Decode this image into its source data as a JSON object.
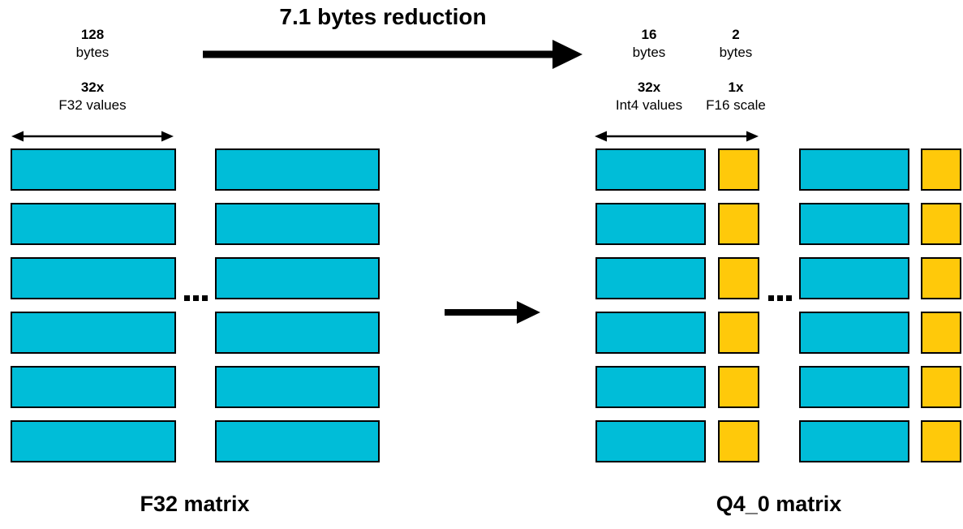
{
  "header": {
    "title": "7.1 bytes reduction"
  },
  "colors": {
    "value_block": "#00BDD8",
    "scale_block": "#FFC90A",
    "ink": "#000000",
    "background": "#FFFFFF"
  },
  "left_matrix": {
    "bytes_value": "128",
    "bytes_unit": "bytes",
    "values_count": "32x",
    "values_desc": "F32 values",
    "rows": 6,
    "columns": 2,
    "name": "F32 matrix"
  },
  "right_matrix": {
    "data_bytes_value": "16",
    "data_bytes_unit": "bytes",
    "scale_bytes_value": "2",
    "scale_bytes_unit": "bytes",
    "data_values_count": "32x",
    "data_values_desc": "Int4 values",
    "scale_values_count": "1x",
    "scale_values_desc": "F16 scale",
    "rows": 6,
    "groups": 2,
    "name": "Q4_0 matrix"
  }
}
